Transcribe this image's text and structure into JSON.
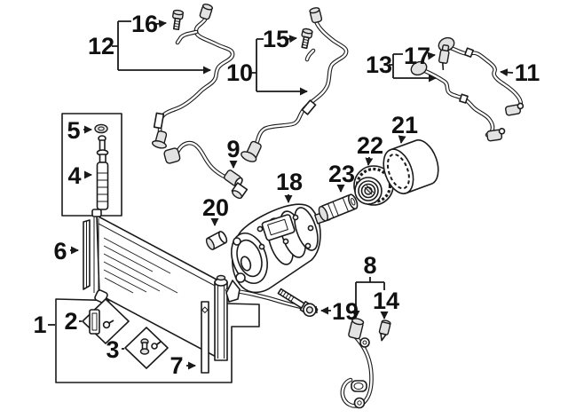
{
  "figure": {
    "background": "#ffffff",
    "line_color": "#1a1a1a",
    "label_color": "#111111"
  },
  "callouts": [
    {
      "label": "1"
    },
    {
      "label": "2"
    },
    {
      "label": "3"
    },
    {
      "label": "4"
    },
    {
      "label": "5"
    },
    {
      "label": "6"
    },
    {
      "label": "7"
    },
    {
      "label": "8"
    },
    {
      "label": "9"
    },
    {
      "label": "10"
    },
    {
      "label": "11"
    },
    {
      "label": "12"
    },
    {
      "label": "13"
    },
    {
      "label": "14"
    },
    {
      "label": "15"
    },
    {
      "label": "16"
    },
    {
      "label": "17"
    },
    {
      "label": "18"
    },
    {
      "label": "19"
    },
    {
      "label": "20"
    },
    {
      "label": "21"
    },
    {
      "label": "22"
    },
    {
      "label": "23"
    }
  ]
}
